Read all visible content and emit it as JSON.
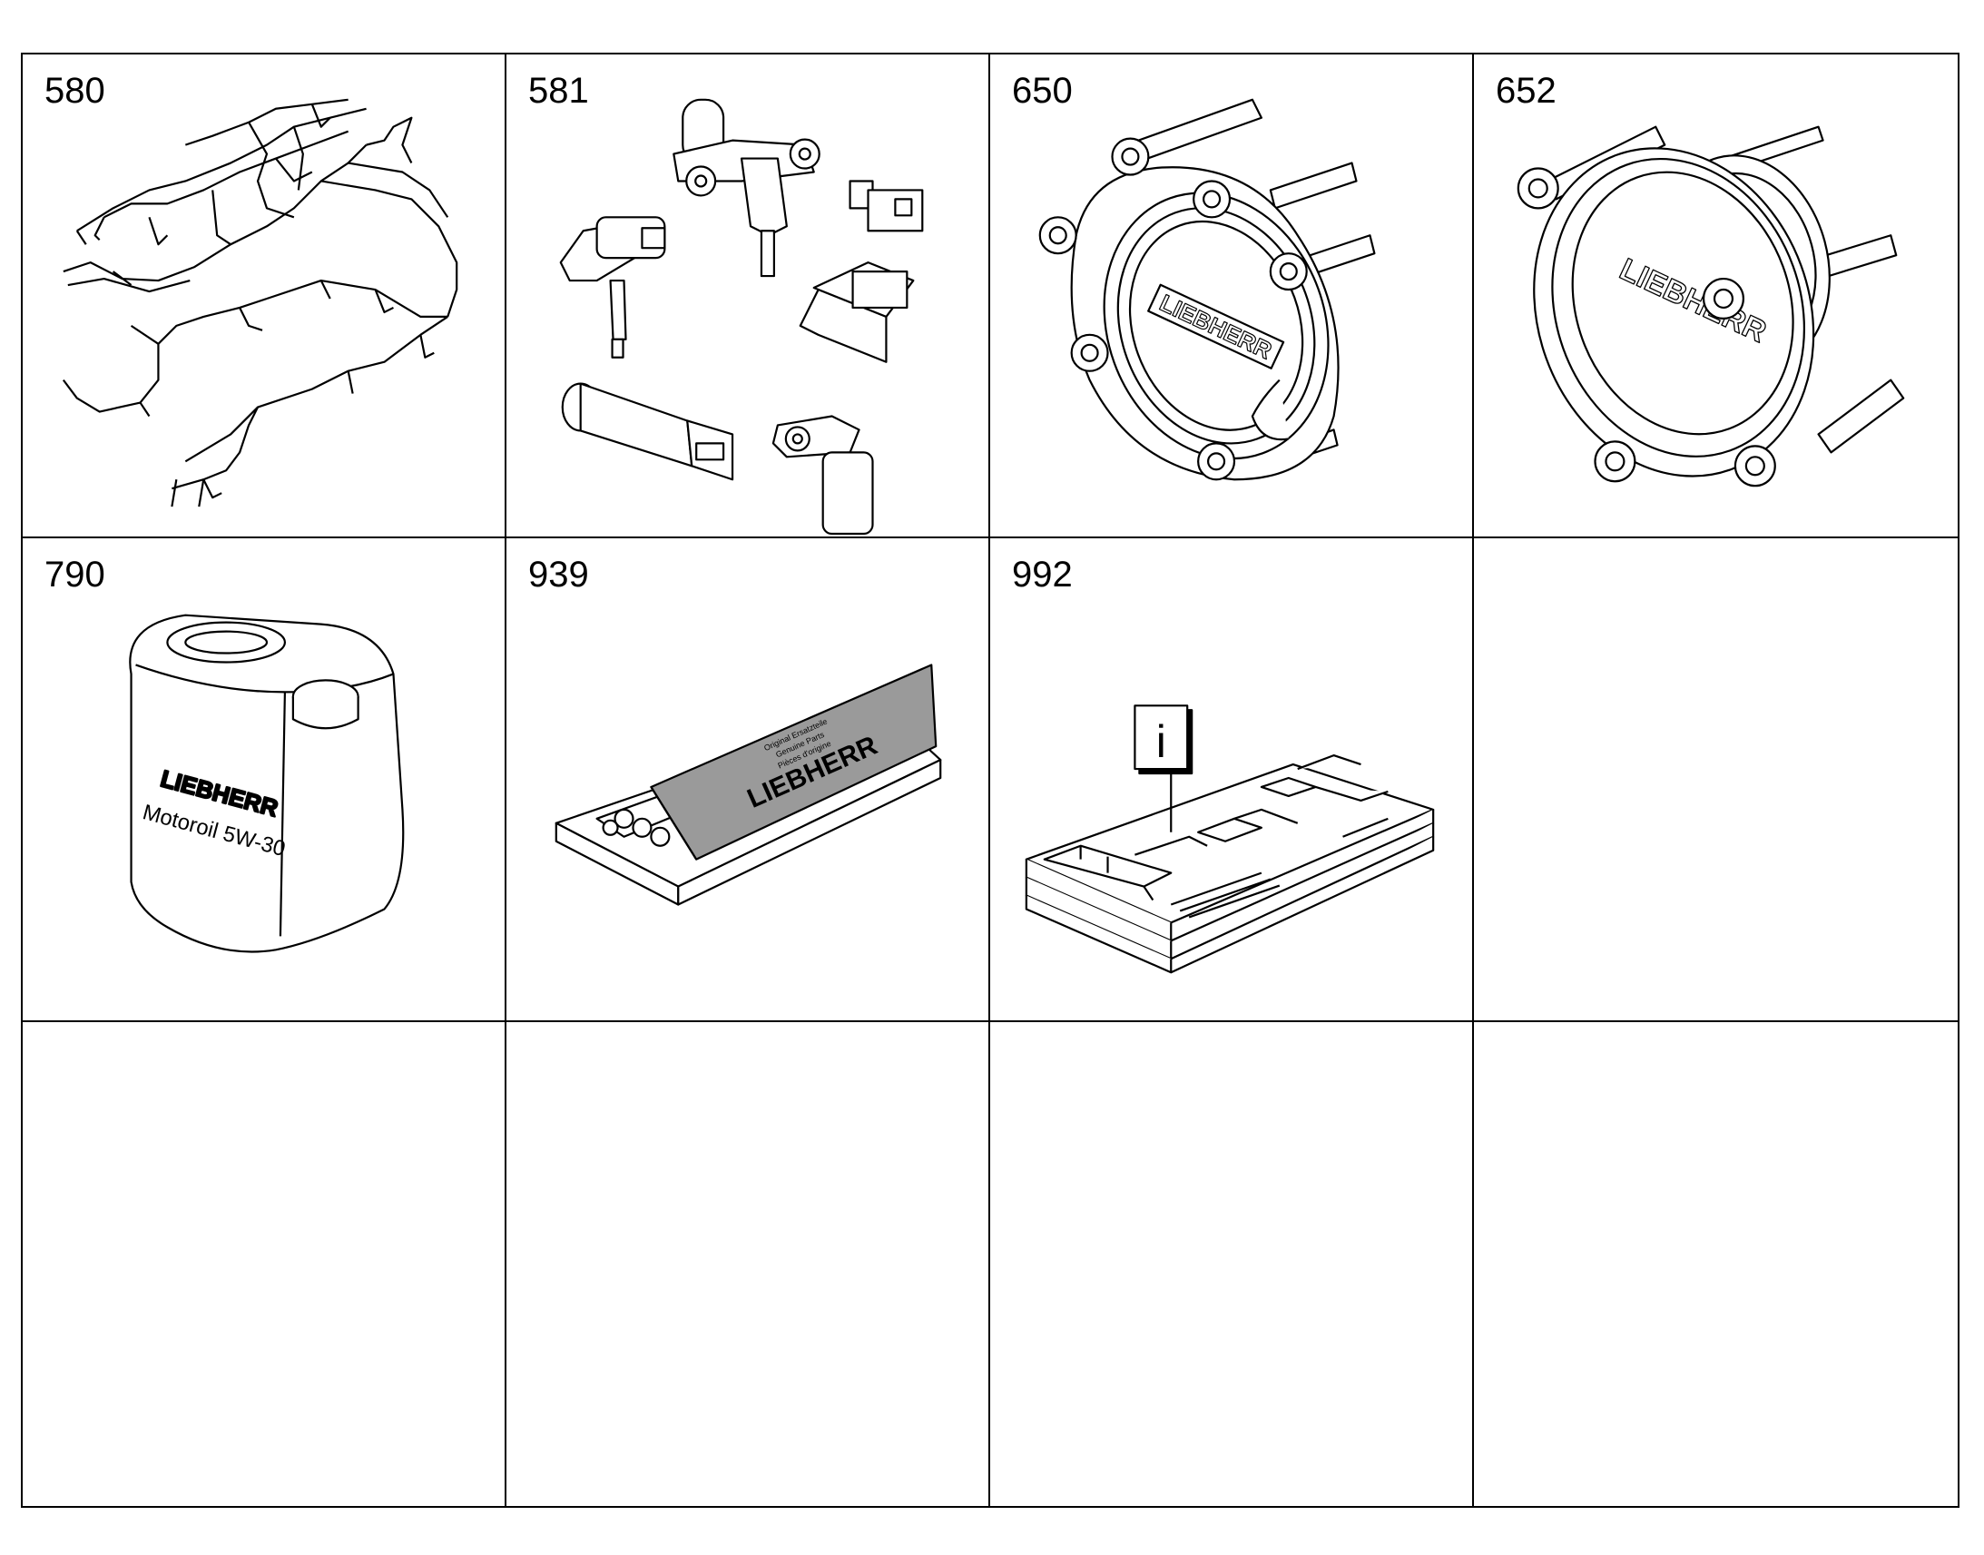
{
  "grid": {
    "rows": 3,
    "columns": 4,
    "cells": [
      {
        "id": "580",
        "illustration": "wiring-harness"
      },
      {
        "id": "581",
        "illustration": "sensors"
      },
      {
        "id": "650",
        "illustration": "flange-cover-bolts"
      },
      {
        "id": "652",
        "illustration": "flange-housing-bolts"
      },
      {
        "id": "790",
        "illustration": "oil-canister",
        "labels": {
          "brand": "LIEBHERR",
          "product": "Motoroil 5W-30"
        }
      },
      {
        "id": "939",
        "illustration": "parts-kit-box",
        "labels": {
          "brand": "LIEBHERR",
          "small_print": [
            "Original Ersatzteile",
            "Genuine Parts",
            "Pièces d'origine"
          ]
        }
      },
      {
        "id": "992",
        "illustration": "documentation-info",
        "labels": {
          "info": "i"
        }
      },
      {
        "id": "",
        "illustration": ""
      },
      {
        "id": "",
        "illustration": ""
      },
      {
        "id": "",
        "illustration": ""
      },
      {
        "id": "",
        "illustration": ""
      },
      {
        "id": "",
        "illustration": ""
      }
    ]
  },
  "brand_logo_text": "LIEBHERR",
  "colors": {
    "line": "#000000",
    "background": "#ffffff",
    "shade": "#9a9a9a"
  }
}
